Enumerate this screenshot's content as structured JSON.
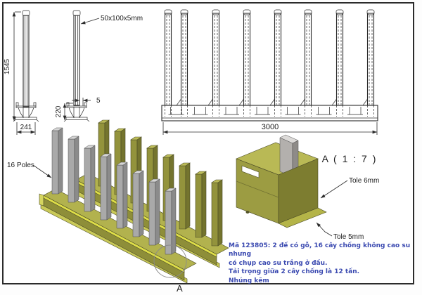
{
  "side_view": {
    "height_dim": "1545",
    "base_width_dim": "241",
    "base_height_dim": "220",
    "thickness_dim": "5",
    "section_label": "50x100x5mm"
  },
  "front_view": {
    "length_dim": "3000"
  },
  "iso_view": {
    "poles_label": "16 Poles",
    "detail_marker": "A"
  },
  "detail_view": {
    "title": "A ( 1 : 7 )",
    "tole6_label": "Tole 6mm",
    "tole5_label": "Tole 5mm"
  },
  "notes": {
    "color": "#3a49b0",
    "line1": "Mã 123805: 2 đế có gỗ, 16 cây chống không cao su nhưng",
    "line2": "có chụp cao su trắng ở đầu.",
    "line3": "Tải trọng giữa 2 cây chống là 12 tấn.",
    "line4": "Nhúng kẽm"
  },
  "colors": {
    "frame_line": "#2b2b2b",
    "olive": "#93933c",
    "olive_dark": "#74742e",
    "olive_light": "#b9b955",
    "stripe_yellow": "#dede48",
    "flange_yellow": "#c9c957",
    "pole_grey": "#a9a9a9",
    "pole_grey_dark": "#8b8b8b",
    "pole_grey_light": "#d6d6d6"
  }
}
